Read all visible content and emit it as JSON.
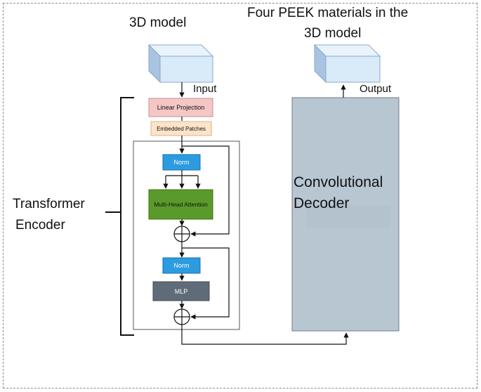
{
  "top": {
    "input_title": "3D model",
    "output_title_line1": "Four PEEK materials in the",
    "output_title_line2": "3D model"
  },
  "labels": {
    "input": "Input",
    "output": "Output",
    "encoder_line1": "Transformer",
    "encoder_line2": "Encoder"
  },
  "blocks": {
    "linear_projection": "Linear Projection",
    "embedded_patches": "Embedded Patches",
    "norm1": "Norm",
    "attention": "Multi-Head Attention",
    "norm2": "Norm",
    "mlp": "MLP",
    "decoder_line1": "Convolutional",
    "decoder_line2": "Decoder"
  },
  "colors": {
    "linear_projection": "#f5c6c6",
    "embedded_patches": "#fde3c8",
    "norm": "#2d9be0",
    "attention": "#5a9a2a",
    "mlp": "#5f6b78",
    "decoder": "#b8c6d2",
    "cube_front": "#d9eaf9",
    "cube_side": "#a9c4e0",
    "cube_top": "#e9f3fc"
  }
}
